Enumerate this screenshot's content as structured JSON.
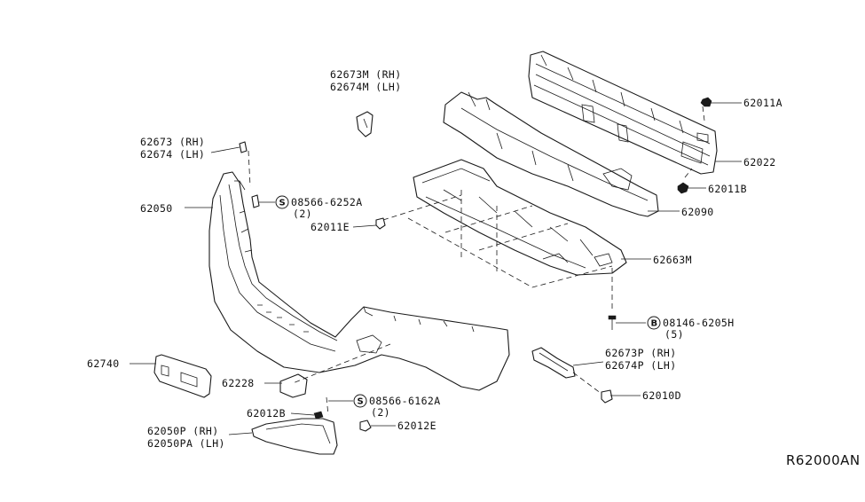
{
  "labels": {
    "p62673m_rh": "62673M (RH)",
    "p62674m_lh": "62674M (LH)",
    "p62011a": "62011A",
    "p62673_rh": "62673 (RH)",
    "p62674_lh": "62674 (LH)",
    "p62022": "62022",
    "p62011b": "62011B",
    "p62050": "62050",
    "s08566_6252a": "08566-6252A",
    "qty_6252a": "(2)",
    "p62090": "62090",
    "p62011e": "62011E",
    "p62663m": "62663M",
    "b08146_6205h": "08146-6205H",
    "qty_6205h": "(5)",
    "p62673p_rh": "62673P (RH)",
    "p62674p_lh": "62674P (LH)",
    "p62740": "62740",
    "p62228": "62228",
    "s08566_6162a": "08566-6162A",
    "qty_6162a": "(2)",
    "p62010d": "62010D",
    "p62012b": "62012B",
    "p62012e": "62012E",
    "p62050p_rh": "62050P (RH)",
    "p62050pa_lh": "62050PA (LH)",
    "reference": "R62000AN"
  },
  "symbols": {
    "screw_s": "S",
    "bolt_b": "B"
  }
}
